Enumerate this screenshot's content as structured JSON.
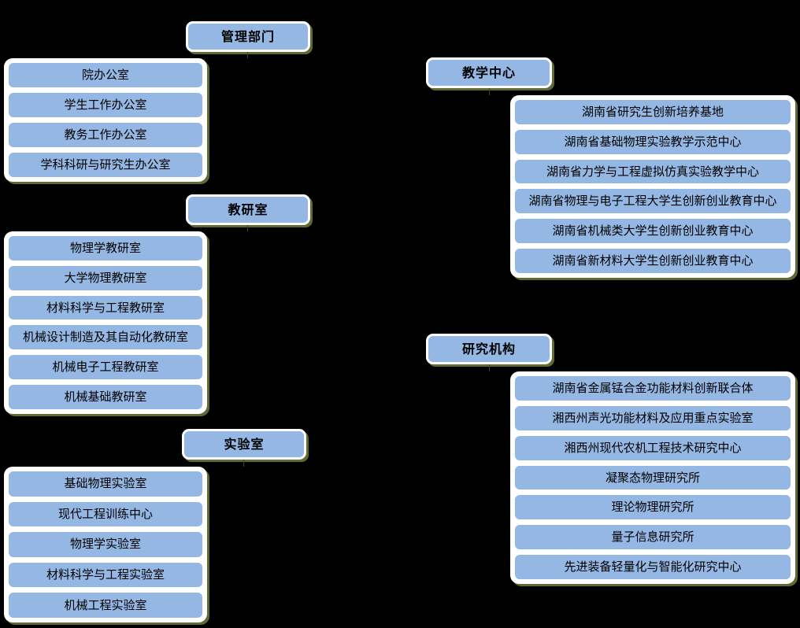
{
  "chart_title": "",
  "colors": {
    "background": "#000000",
    "box_fill": "#94b7e3",
    "box_border": "#ffffff",
    "shadow": "#5d6b33",
    "text": "#000000"
  },
  "sections": {
    "admin": {
      "header": "管理部门",
      "items": [
        "院办公室",
        "学生工作办公室",
        "教务工作办公室",
        "学科科研与研究生办公室"
      ]
    },
    "teaching_office": {
      "header": "教研室",
      "items": [
        "物理学教研室",
        "大学物理教研室",
        "材料科学与工程教研室",
        "机械设计制造及其自动化教研室",
        "机械电子工程教研室",
        "机械基础教研室"
      ]
    },
    "lab": {
      "header": "实验室",
      "items": [
        "基础物理实验室",
        "现代工程训练中心",
        "物理学实验室",
        "材料科学与工程实验室",
        "机械工程实验室"
      ]
    },
    "teaching_center": {
      "header": "教学中心",
      "items": [
        "湖南省研究生创新培养基地",
        "湖南省基础物理实验教学示范中心",
        "湖南省力学与工程虚拟仿真实验教学中心",
        "湖南省物理与电子工程大学生创新创业教育中心",
        "湖南省机械类大学生创新创业教育中心",
        "湖南省新材料大学生创新创业教育中心"
      ]
    },
    "research": {
      "header": "研究机构",
      "items": [
        "湖南省金属锰合金功能材料创新联合体",
        "湘西州声光功能材料及应用重点实验室",
        "湘西州现代农机工程技术研究中心",
        "凝聚态物理研究所",
        "理论物理研究所",
        "量子信息研究所",
        "先进装备轻量化与智能化研究中心"
      ]
    }
  }
}
